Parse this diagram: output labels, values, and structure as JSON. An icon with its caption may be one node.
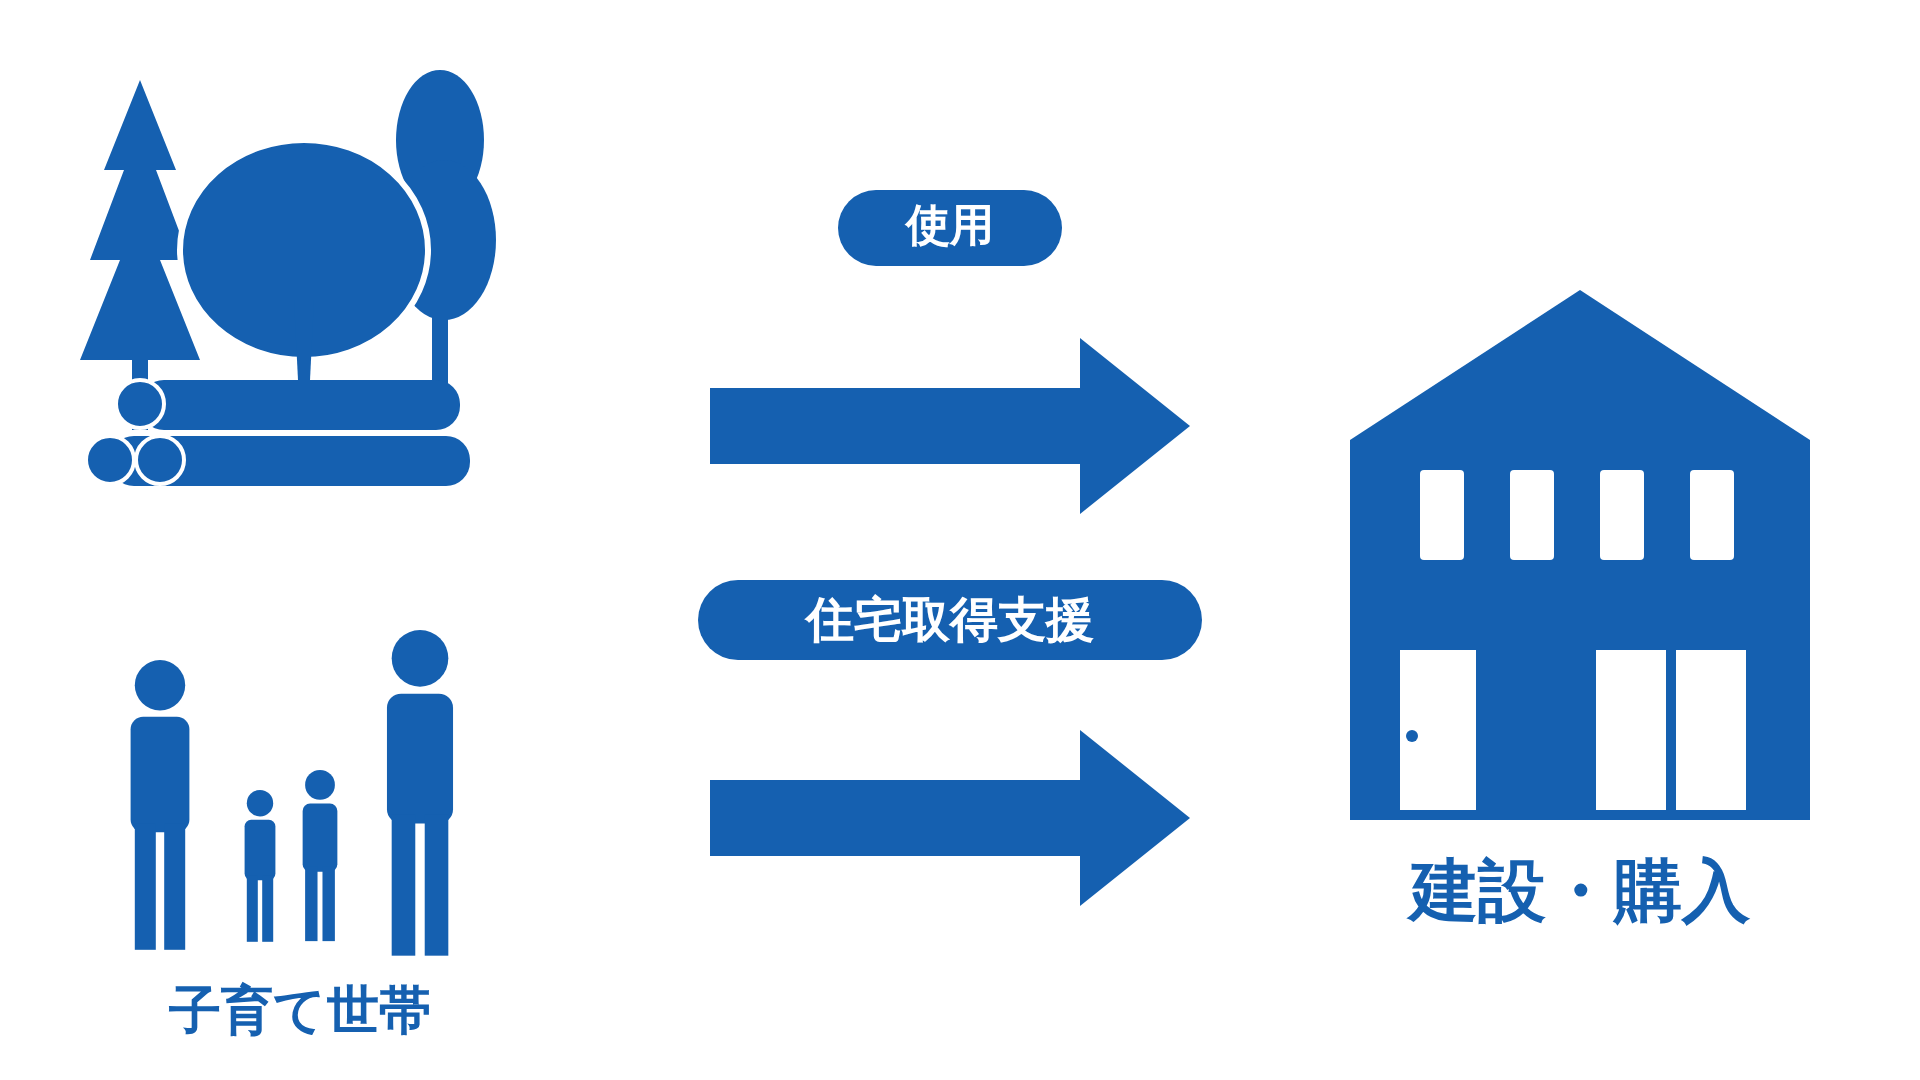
{
  "diagram": {
    "nodes": [
      {
        "text": [],
        "shape": "picture"
      },
      {
        "text": [
          "子育て世帯"
        ]
      },
      {
        "text": [
          "建設・購入"
        ]
      }
    ],
    "edges": [
      {
        "from": 0,
        "to": 2,
        "arrow": "to",
        "label": "使用"
      },
      {
        "from": 1,
        "to": 2,
        "arrow": "to",
        "label": "住宅取得支援"
      }
    ]
  }
}
